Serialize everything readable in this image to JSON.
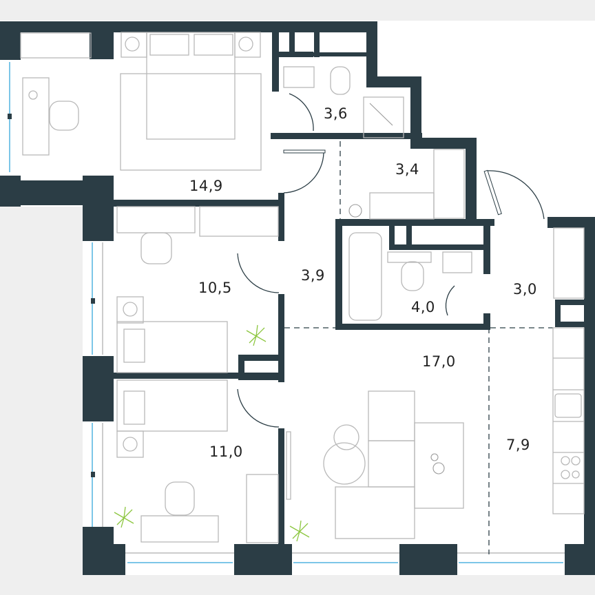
{
  "plan": {
    "colors": {
      "wall": "#2b3d45",
      "background": "#efefef",
      "floor": "#ffffff",
      "furniture": "#b8b8b8",
      "glass": "#7cc6e8",
      "plant": "#8cc63f"
    },
    "rooms": [
      {
        "id": "bedroom-master",
        "area": "14,9"
      },
      {
        "id": "wc-1",
        "area": "3,6"
      },
      {
        "id": "storage",
        "area": "3,4"
      },
      {
        "id": "corridor",
        "area": "3,9"
      },
      {
        "id": "bedroom-2",
        "area": "10,5"
      },
      {
        "id": "bathroom",
        "area": "4,0"
      },
      {
        "id": "entrance-hall",
        "area": "3,0"
      },
      {
        "id": "living-room",
        "area": "17,0"
      },
      {
        "id": "bedroom-3",
        "area": "11,0"
      },
      {
        "id": "kitchen",
        "area": "7,9"
      }
    ]
  }
}
